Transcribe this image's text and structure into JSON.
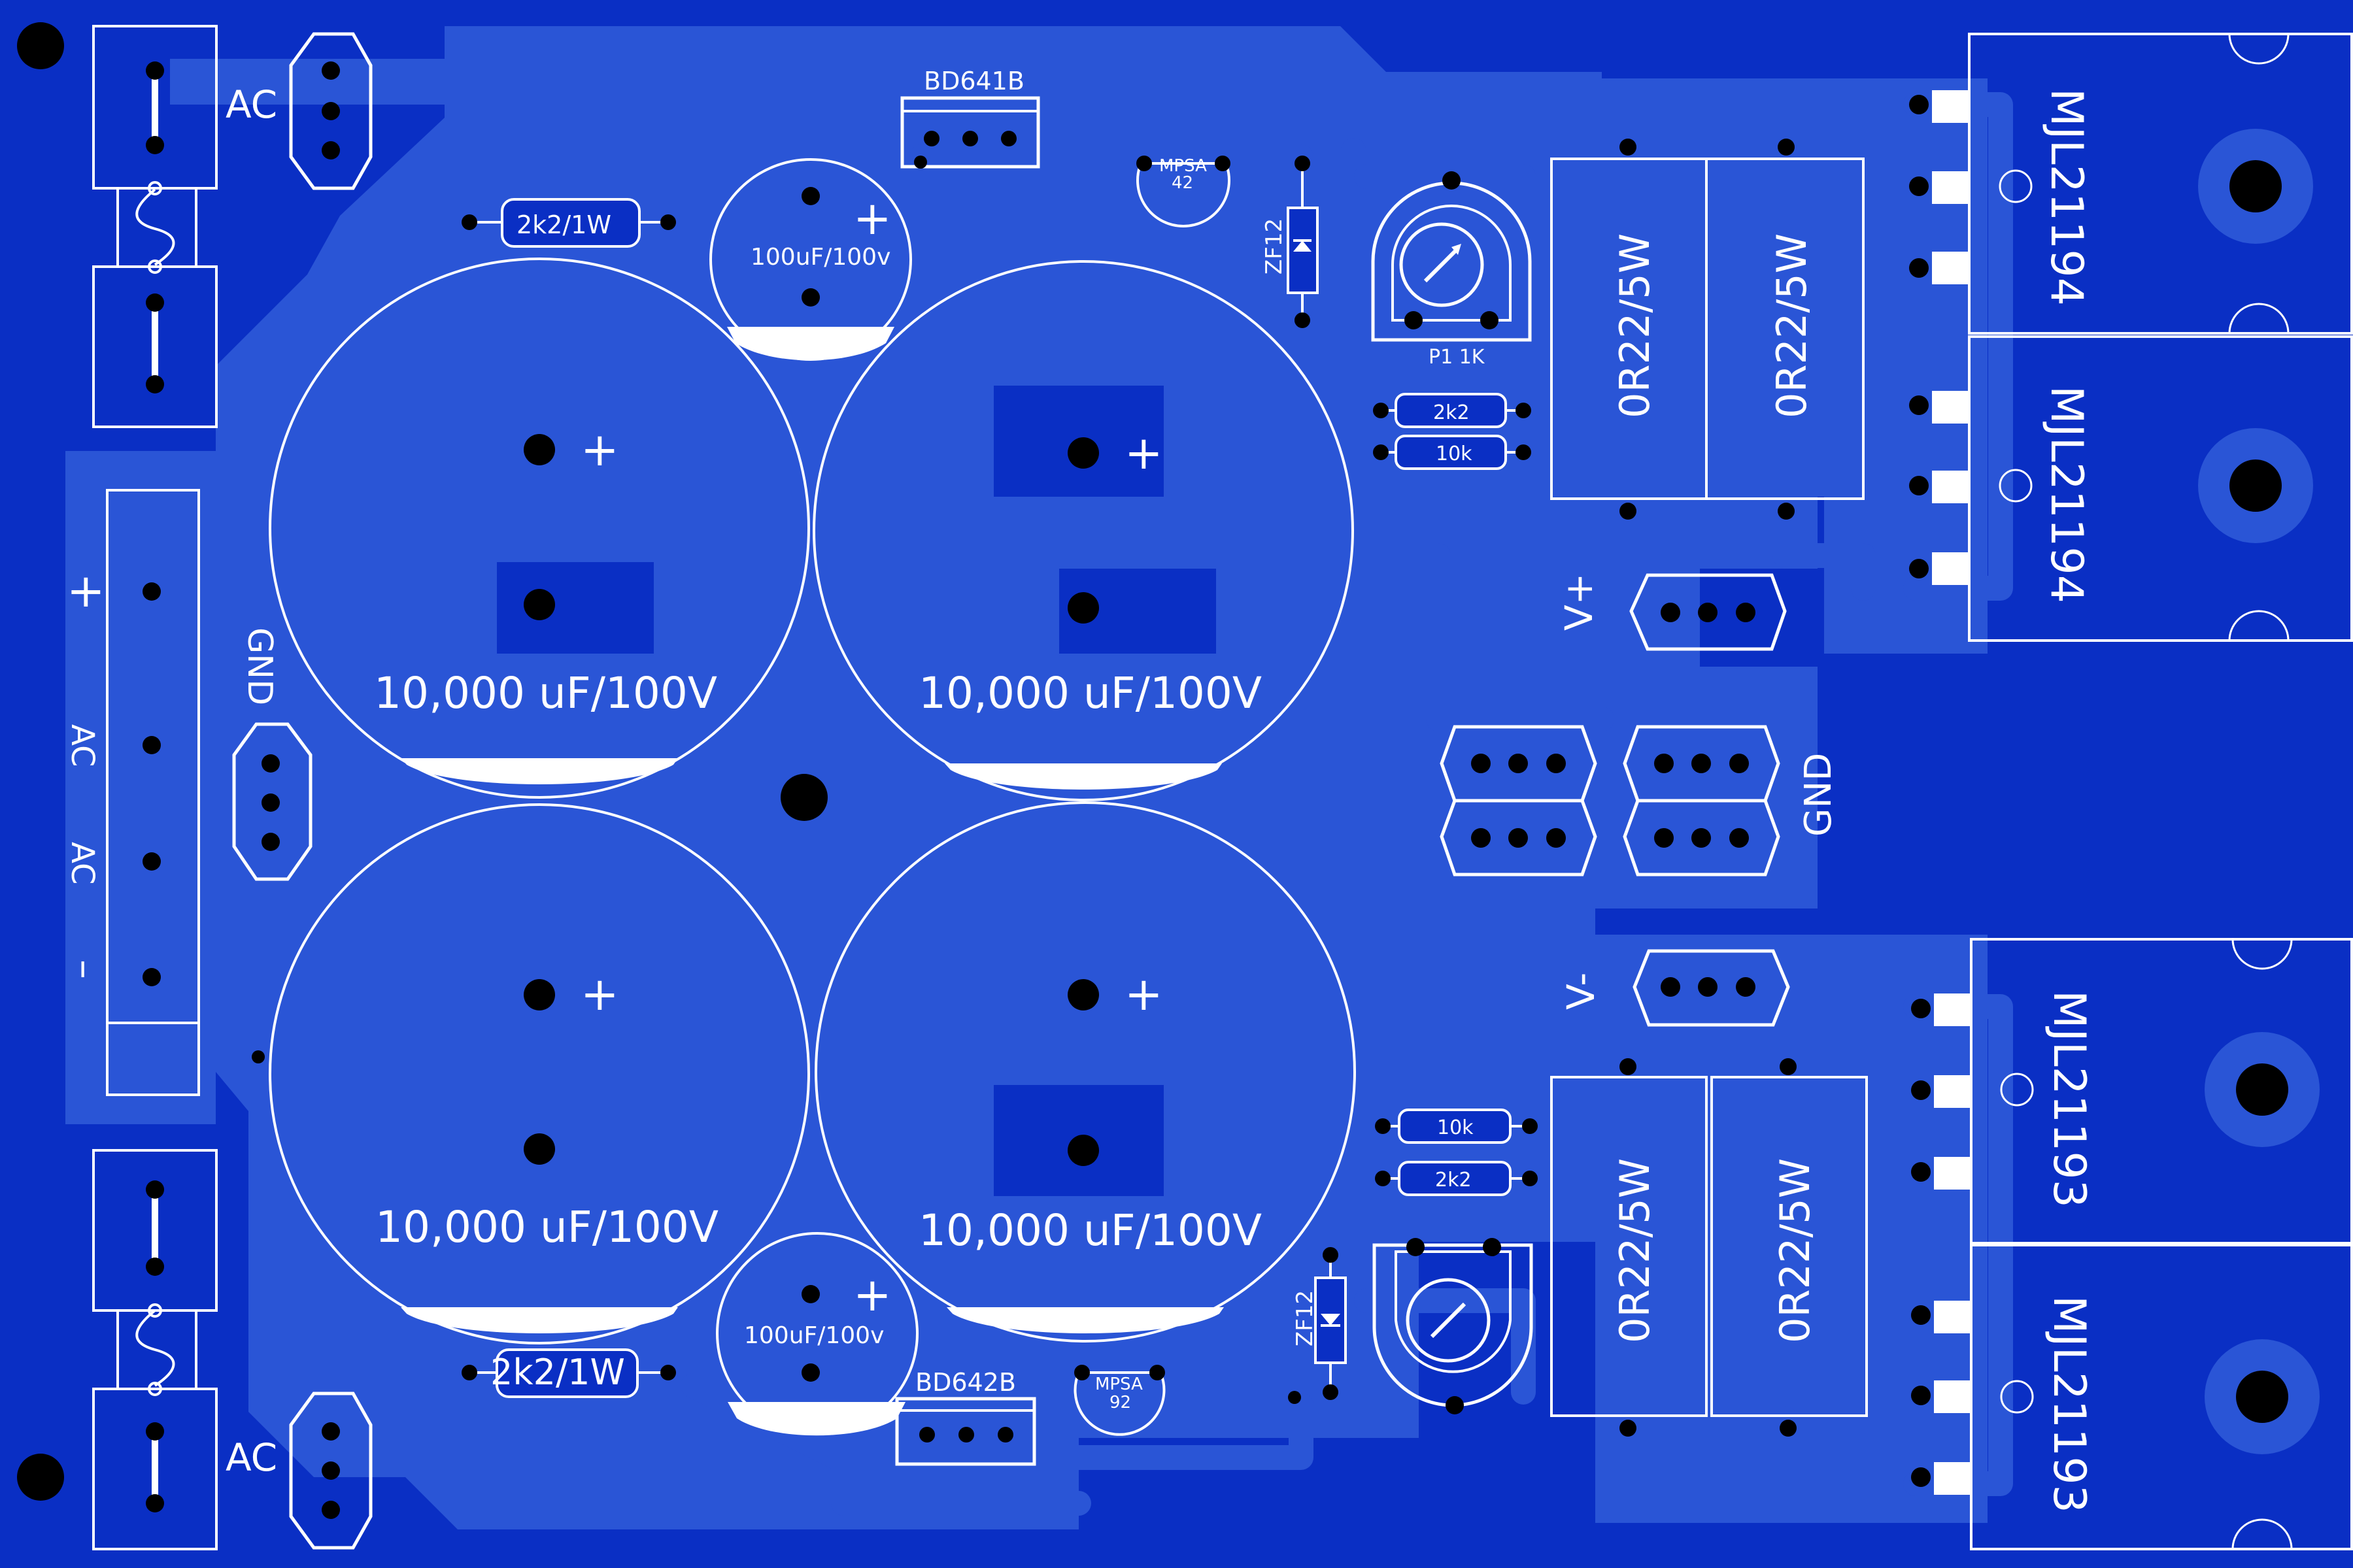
{
  "colors": {
    "board": "#0a2fc4",
    "copper": "#2a55d6",
    "silk": "#ffffff",
    "hole": "#000000"
  },
  "capacitors": {
    "main_tl": "10,000 uF/100V",
    "main_tr": "10,000 uF/100V",
    "main_bl": "10,000 uF/100V",
    "main_br": "10,000 uF/100V",
    "small_top": "100uF/100v",
    "small_bottom": "100uF/100v",
    "plus": "+"
  },
  "transistors": {
    "bd641b": "BD641B",
    "bd642b": "BD642B",
    "mpsa42_a": "MPSA",
    "mpsa42_b": "42",
    "mpsa92_a": "MPSA",
    "mpsa92_b": "92"
  },
  "power_transistors": [
    "MJL21194",
    "MJL21194",
    "MJL21193",
    "MJL21193"
  ],
  "resistors": {
    "r2k2_1w_top": "2k2/1W",
    "r2k2_1w_bottom": "2k2/1W",
    "r2k2_top": "2k2",
    "r10k_top": "10k",
    "r10k_bottom": "10k",
    "r2k2_bottom": "2k2",
    "power": [
      "0R22/5W",
      "0R22/5W",
      "0R22/5W",
      "0R22/5W"
    ]
  },
  "zeners": {
    "top": "ZF12",
    "bottom": "ZF12"
  },
  "pot": {
    "label": "P1 1K"
  },
  "connectors": {
    "ac_top": "AC",
    "ac_bottom": "AC",
    "gnd_left": "GND",
    "gnd_right": "GND",
    "v_plus": "V+",
    "v_minus": "V-"
  },
  "bridge": {
    "plus": "+",
    "ac1": "AC",
    "ac2": "AC",
    "minus": "–"
  }
}
